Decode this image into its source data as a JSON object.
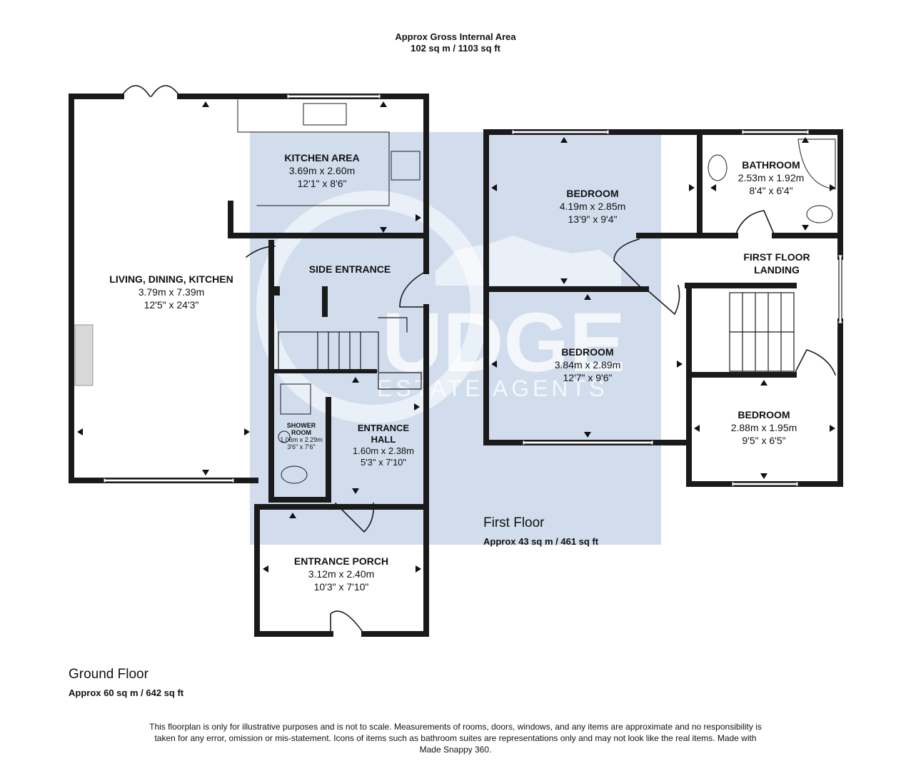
{
  "header": {
    "line1": "Approx Gross Internal Area",
    "line2": "102 sq m / 1103 sq ft"
  },
  "brand": {
    "watermark_main": "UDGE",
    "watermark_sub": "ESTATE AGENTS",
    "accent": "#c9d7ea"
  },
  "floors": {
    "ground": {
      "name": "Ground Floor",
      "area": "Approx 60 sq m / 642 sq ft"
    },
    "first": {
      "name": "First Floor",
      "area": "Approx 43 sq m / 461 sq ft"
    }
  },
  "rooms": {
    "kitchen_area": {
      "name": "KITCHEN AREA",
      "metric": "3.69m x 2.60m",
      "imperial": "12'1\" x 8'6\""
    },
    "living": {
      "name": "LIVING, DINING, KITCHEN",
      "metric": "3.79m x 7.39m",
      "imperial": "12'5\" x 24'3\""
    },
    "side_entrance": {
      "name": "SIDE ENTRANCE"
    },
    "shower": {
      "name1": "SHOWER",
      "name2": "ROOM",
      "metric": "1.06m x 2.29m",
      "imperial": "3'6\" x 7'6\""
    },
    "entrance_hall": {
      "name1": "ENTRANCE",
      "name2": "HALL",
      "metric": "1.60m x 2.38m",
      "imperial": "5'3\" x 7'10\""
    },
    "porch": {
      "name": "ENTRANCE PORCH",
      "metric": "3.12m x 2.40m",
      "imperial": "10'3\" x 7'10\""
    },
    "bedroom1": {
      "name": "BEDROOM",
      "metric": "4.19m x 2.85m",
      "imperial": "13'9\" x 9'4\""
    },
    "bathroom": {
      "name": "BATHROOM",
      "metric": "2.53m x 1.92m",
      "imperial": "8'4\" x 6'4\""
    },
    "landing": {
      "name1": "FIRST FLOOR",
      "name2": "LANDING"
    },
    "bedroom2": {
      "name": "BEDROOM",
      "metric": "3.84m x 2.89m",
      "imperial": "12'7\" x 9'6\""
    },
    "bedroom3": {
      "name": "BEDROOM",
      "metric": "2.88m x 1.95m",
      "imperial": "9'5\" x 6'5\""
    }
  },
  "disclaimer": "This floorplan is only for illustrative purposes and is not to scale. Measurements of rooms, doors, windows, and any items are approximate and no responsibility is taken for any error, omission or mis-statement. Icons of items such as bathroom suites are representations only and may not look like the real items. Made with Made Snappy 360."
}
